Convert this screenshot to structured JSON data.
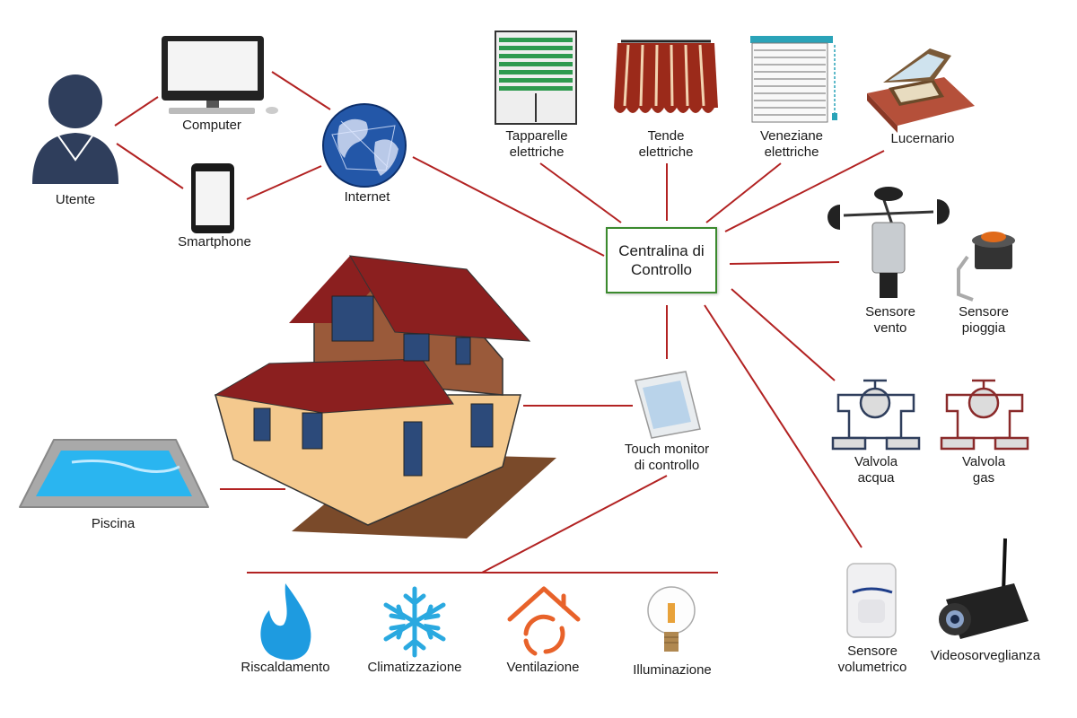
{
  "colors": {
    "link": "#b22222",
    "hub_border": "#3b8a2e",
    "user": "#2f3e5c",
    "blue": "#1e9be0",
    "orange": "#e8622a"
  },
  "hub": {
    "line1": "Centralina di",
    "line2": "Controllo"
  },
  "labels": {
    "utente": "Utente",
    "computer": "Computer",
    "smartphone": "Smartphone",
    "internet": "Internet",
    "tapparelle": [
      "Tapparelle",
      "elettriche"
    ],
    "tende": [
      "Tende",
      "elettriche"
    ],
    "veneziane": [
      "Veneziane",
      "elettriche"
    ],
    "lucernario": "Lucernario",
    "sensore_vento": [
      "Sensore",
      "vento"
    ],
    "sensore_pioggia": [
      "Sensore",
      "pioggia"
    ],
    "valvola_acqua": [
      "Valvola",
      "acqua"
    ],
    "valvola_gas": [
      "Valvola",
      "gas"
    ],
    "touch_monitor": [
      "Touch monitor",
      "di controllo"
    ],
    "piscina": "Piscina",
    "riscaldamento": "Riscaldamento",
    "climatizzazione": "Climatizzazione",
    "ventilazione": "Ventilazione",
    "illuminazione": "Illuminazione",
    "sensore_volumetrico": [
      "Sensore",
      "volumetrico"
    ],
    "videosorveglianza": "Videosorveglianza"
  },
  "icons": [
    "user-icon",
    "computer-icon",
    "smartphone-icon",
    "globe-icon",
    "roller-shutter-icon",
    "awning-icon",
    "venetian-blind-icon",
    "skylight-icon",
    "anemometer-icon",
    "rain-sensor-icon",
    "water-valve-icon",
    "gas-valve-icon",
    "touch-panel-icon",
    "house-icon",
    "pool-icon",
    "flame-icon",
    "snowflake-icon",
    "ventilation-icon",
    "light-bulb-icon",
    "motion-sensor-icon",
    "camera-icon"
  ]
}
